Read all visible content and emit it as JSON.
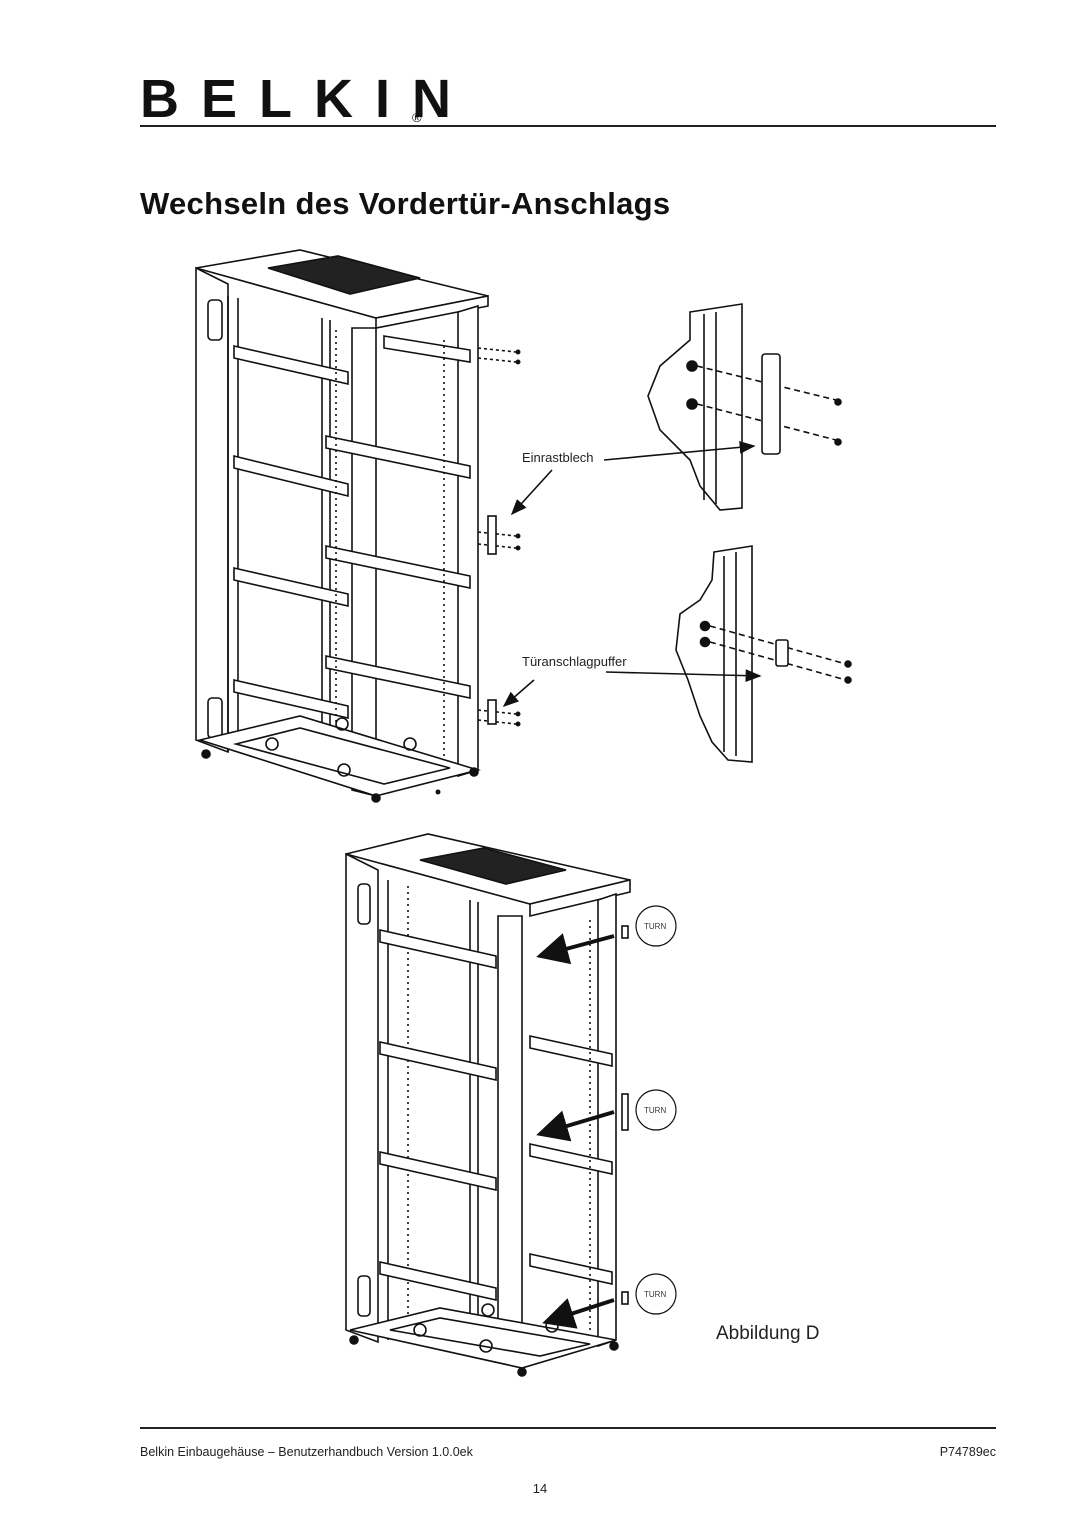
{
  "header": {
    "brand": "BELKIN",
    "registered_mark": "®"
  },
  "page": {
    "title": "Wechseln des Vordertür-Anschlags"
  },
  "figure": {
    "callouts": {
      "latch_plate": "Einrastblech",
      "door_stop_buffer": "Türanschlagpuffer"
    },
    "turn_labels": [
      "TURN",
      "TURN",
      "TURN"
    ],
    "caption": "Abbildung D"
  },
  "footer": {
    "manual_text": "Belkin Einbaugehäuse – Benutzerhandbuch Version 1.0.0ek",
    "part_number": "P74789ec",
    "page_number": "14"
  }
}
